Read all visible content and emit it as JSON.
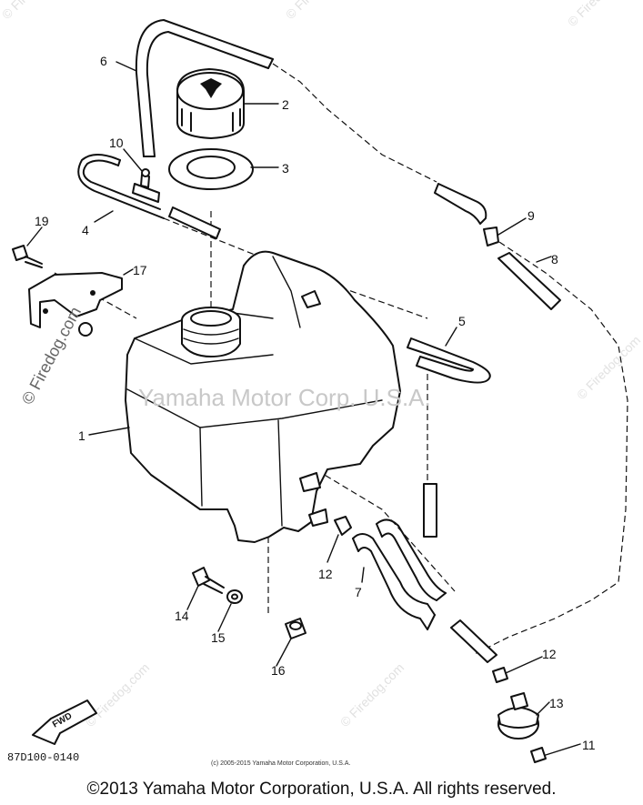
{
  "diagram": {
    "part_labels": [
      "1",
      "2",
      "3",
      "4",
      "5",
      "6",
      "7",
      "8",
      "9",
      "10",
      "11",
      "12",
      "12",
      "13",
      "14",
      "15",
      "16",
      "17",
      "19"
    ],
    "watermark_center": "Yamaha Motor Corp. U.S.A.",
    "watermark_side": "© Firedog.com",
    "fwd_label": "FWD",
    "diagram_code": "87D100-0140",
    "small_copyright": "(c) 2005-2015 Yamaha Motor Corporation, U.S.A.",
    "footer_copyright": "©2013 Yamaha Motor Corporation, U.S.A. All rights reserved."
  }
}
